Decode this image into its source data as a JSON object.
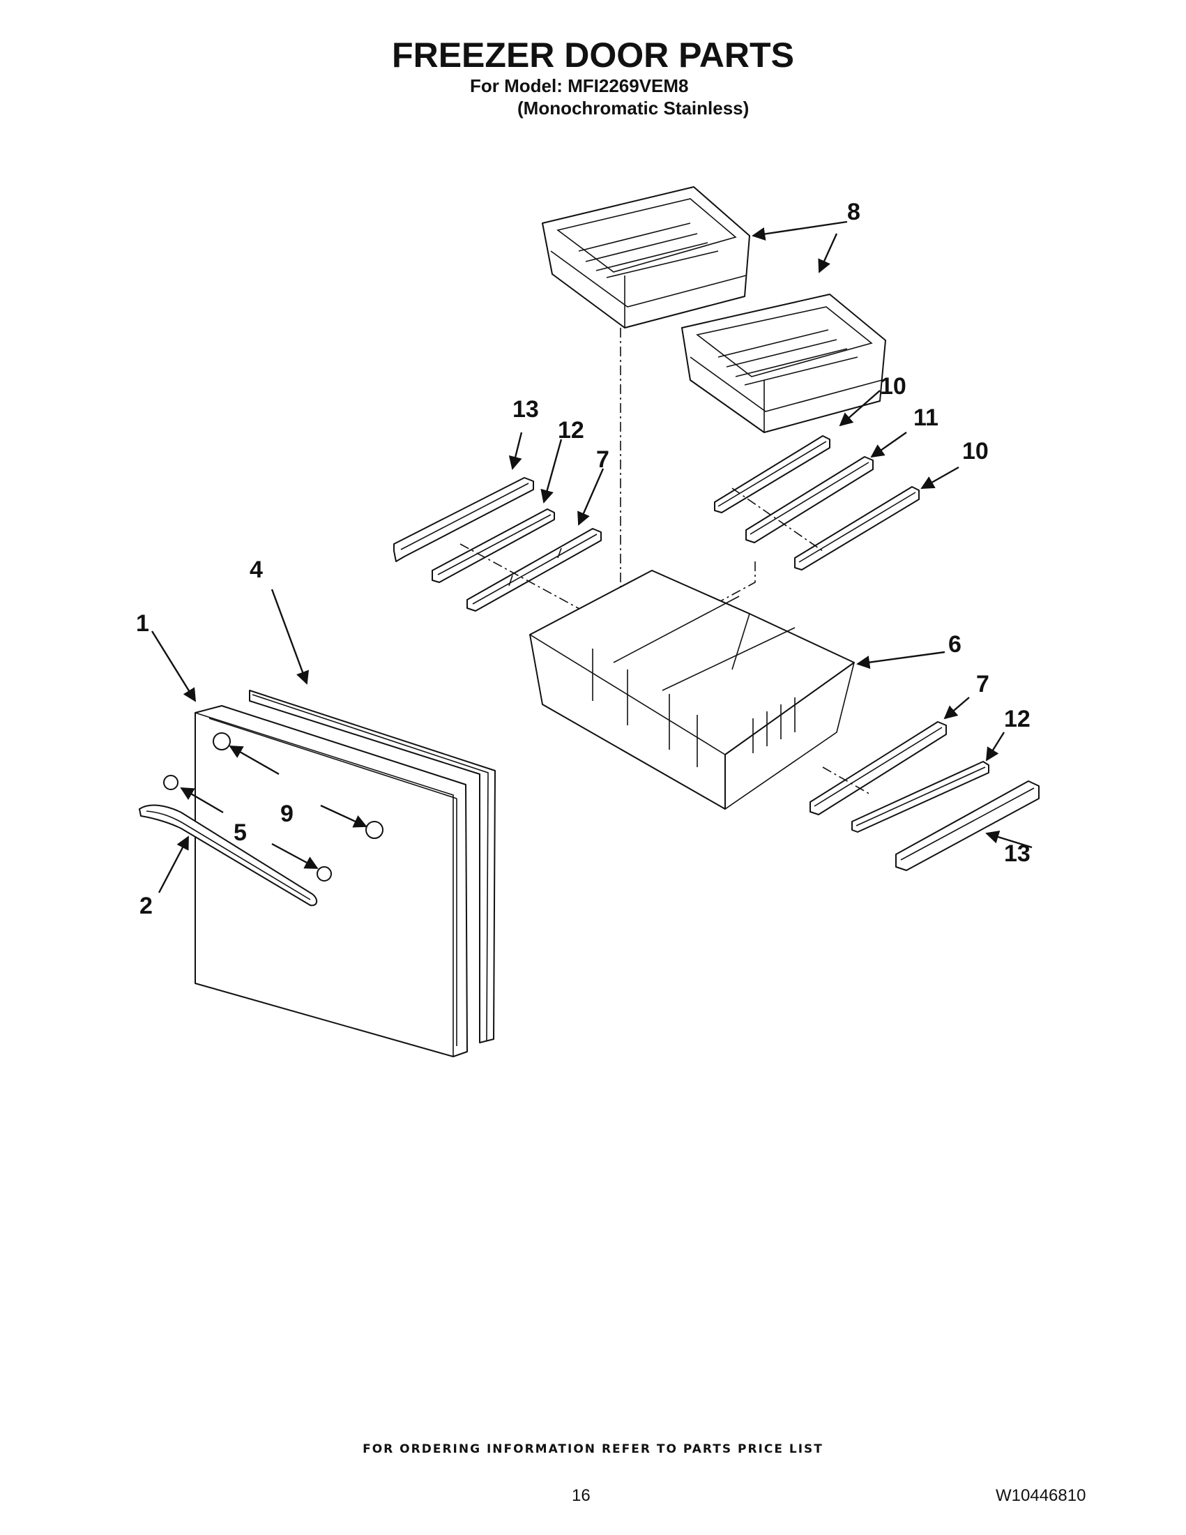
{
  "header": {
    "title": "FREEZER DOOR PARTS",
    "model_line": "For Model: MFI2269VEM8",
    "finish_line": "(Monochromatic Stainless)"
  },
  "callouts": [
    "1",
    "2",
    "4",
    "5",
    "6",
    "7",
    "8",
    "9",
    "10",
    "11",
    "12",
    "13"
  ],
  "footer": {
    "ordering_note": "FOR ORDERING INFORMATION REFER TO PARTS PRICE LIST",
    "page_number": "16",
    "doc_number": "W10446810"
  }
}
